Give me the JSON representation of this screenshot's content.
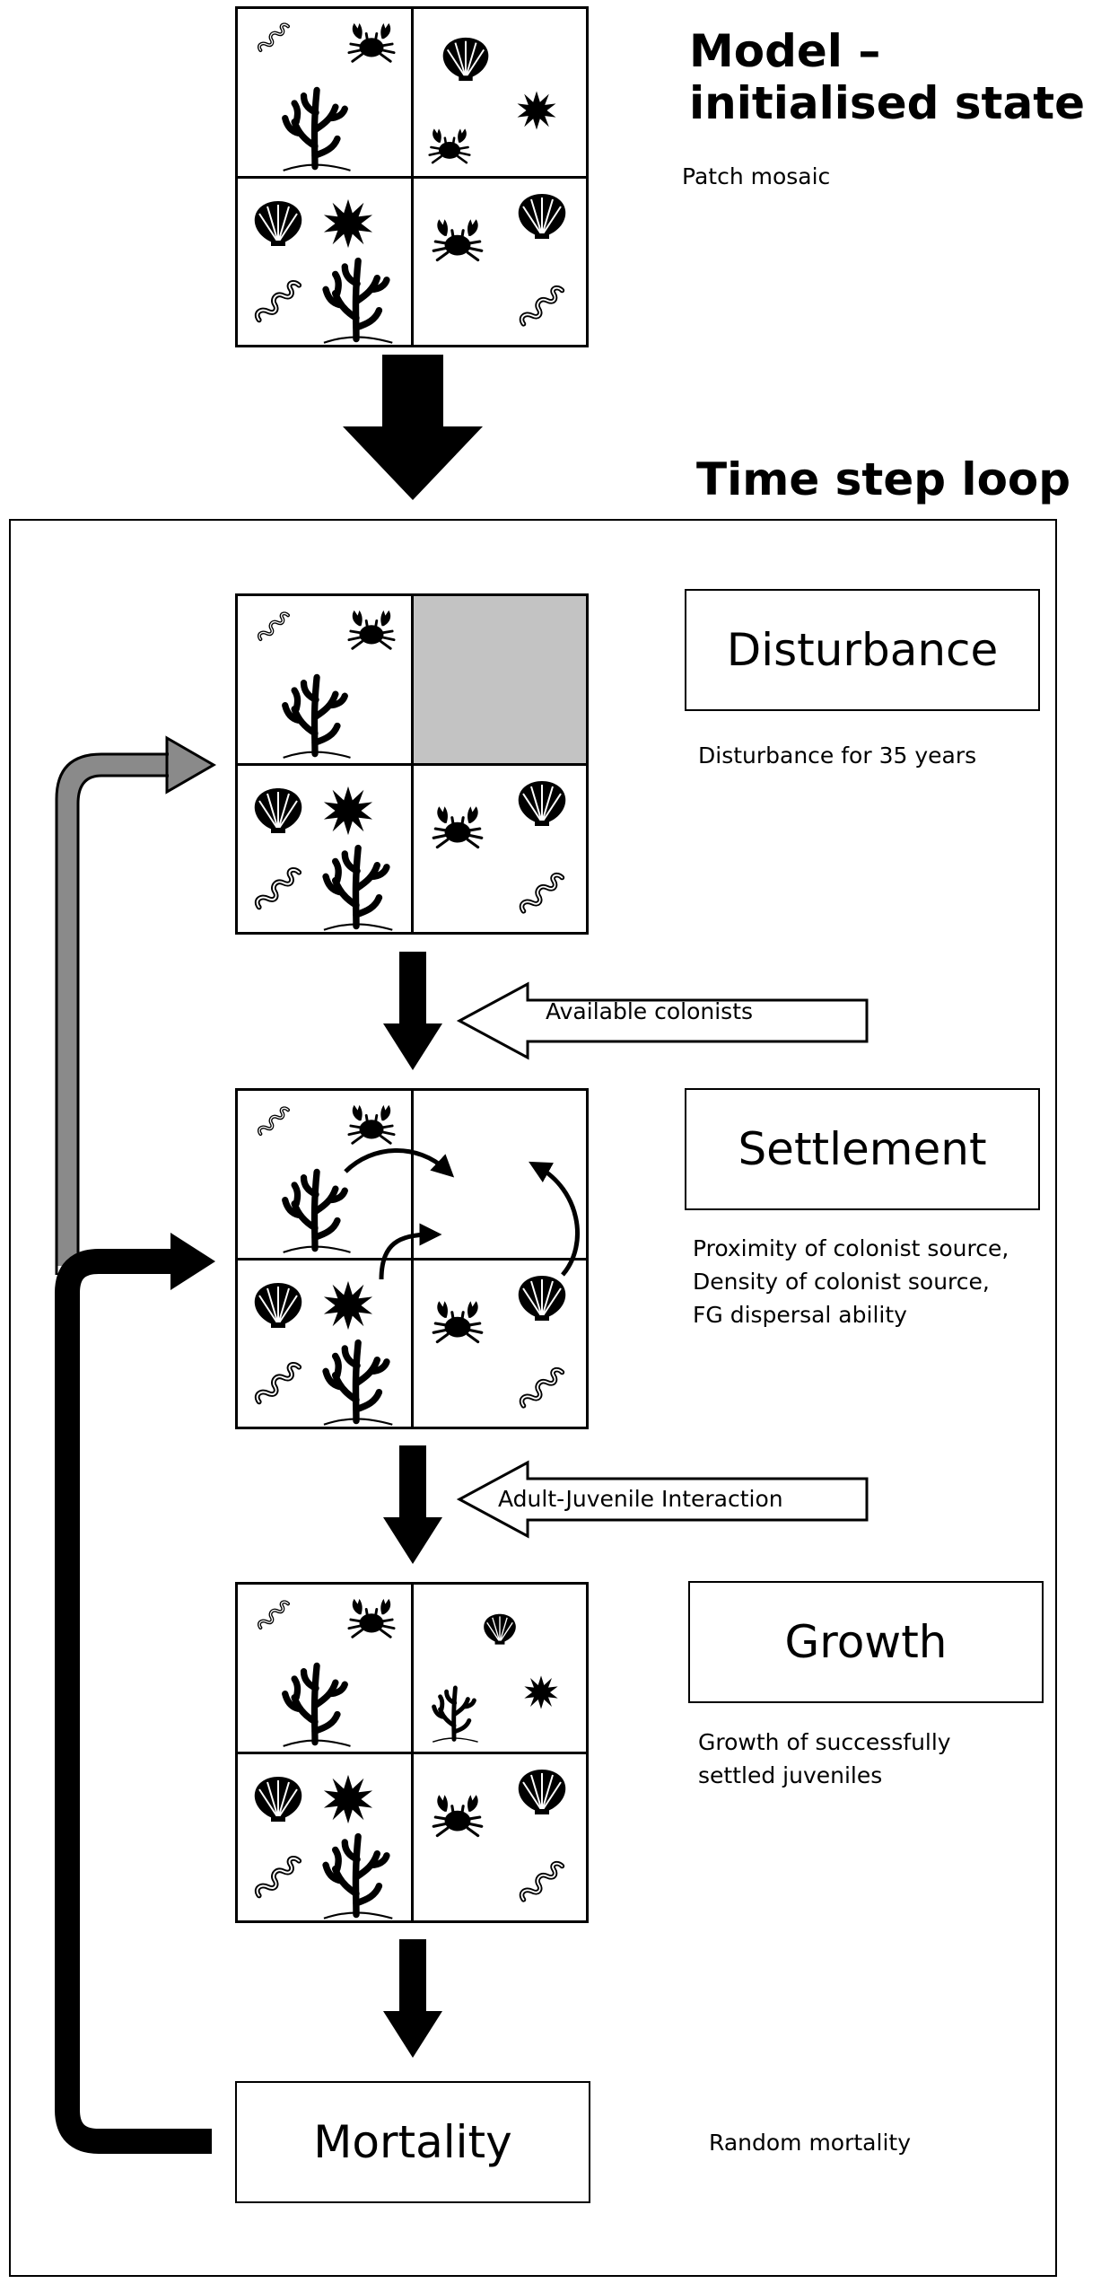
{
  "title": {
    "model": "Model –\ninitialised state",
    "subtitle": "Patch mosaic",
    "loop": "Time step loop"
  },
  "stages": {
    "disturbance": {
      "label": "Disturbance",
      "note": "Disturbance for 35 years"
    },
    "settlement": {
      "label": "Settlement",
      "note": "Proximity of colonist source,\nDensity of colonist source,\nFG dispersal ability"
    },
    "growth": {
      "label": "Growth",
      "note": "Growth of successfully\nsettled juveniles"
    },
    "mortality": {
      "label": "Mortality",
      "note": "Random mortality"
    }
  },
  "inputs": {
    "colonists": "Available colonists",
    "interaction": "Adult-Juvenile Interaction"
  },
  "colors": {
    "disturbed_patch": "#c3c3c3",
    "feedback_gray": "#8a8a8a",
    "ink": "#000000"
  },
  "icons": [
    "worm-icon",
    "crab-icon",
    "coral-icon",
    "scallop-icon",
    "urchin-icon"
  ]
}
